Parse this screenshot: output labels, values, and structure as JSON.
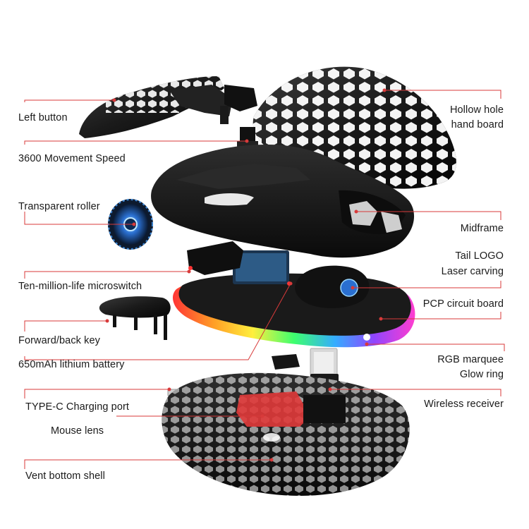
{
  "labels": {
    "left_button": "Left button",
    "movement_speed": "3600 Movement Speed",
    "transparent_roller": "Transparent roller",
    "microswitch": "Ten-million-life microswitch",
    "forward_back_key": "Forward/back key",
    "battery": "650mAh lithium battery",
    "typec_port": "TYPE-C Charging port",
    "mouse_lens": "Mouse lens",
    "vent_bottom_shell": "Vent bottom shell",
    "hollow_hand_board_1": "Hollow hole",
    "hollow_hand_board_2": "hand board",
    "midframe": "Midframe",
    "tail_logo_1": "Tail LOGO",
    "tail_logo_2": "Laser carving",
    "pcp_board": "PCP circuit board",
    "rgb_glow_1": "RGB marquee",
    "rgb_glow_2": "Glow ring",
    "wireless_receiver": "Wireless receiver"
  },
  "colors": {
    "leader_line": "#d83a3a",
    "part_black": "#141414",
    "text": "#1a1a1a"
  }
}
